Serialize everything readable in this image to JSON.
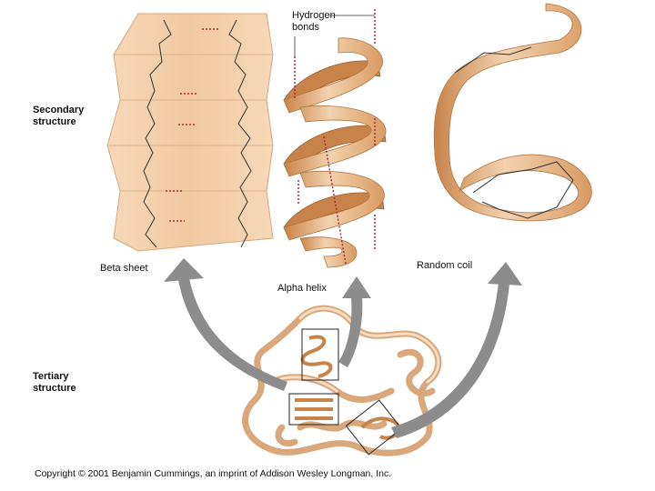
{
  "labels": {
    "secondary_structure": [
      "Secondary",
      "structure"
    ],
    "tertiary_structure": [
      "Tertiary",
      "structure"
    ],
    "hydrogen_bonds": [
      "Hydrogen",
      "bonds"
    ],
    "beta_sheet": "Beta sheet",
    "alpha_helix": "Alpha helix",
    "random_coil": "Random coil"
  },
  "copyright": "Copyright © 2001 Benjamin Cummings, an imprint of Addison Wesley Longman, Inc.",
  "colors": {
    "ribbon_light": "#f3d2ae",
    "ribbon_mid": "#e8b583",
    "ribbon_dark": "#c8834a",
    "arrow": "#8c8c8c",
    "hbond": "#b0283a"
  },
  "icons": [
    "arrow-to-beta-sheet",
    "arrow-to-alpha-helix",
    "arrow-to-random-coil"
  ]
}
